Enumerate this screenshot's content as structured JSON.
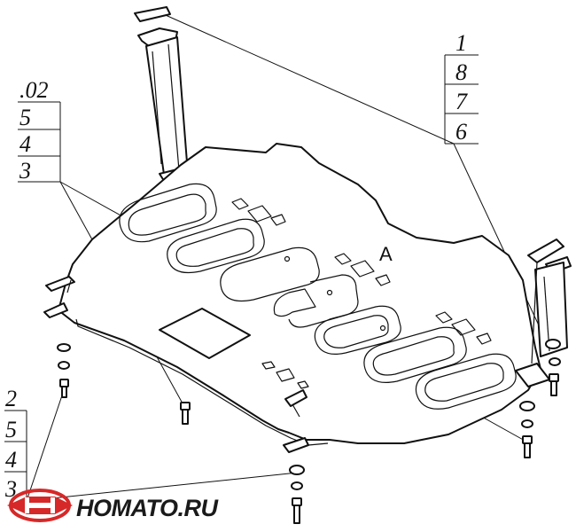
{
  "callouts": {
    "top_left": [
      ".02",
      "5",
      "4",
      "3"
    ],
    "top_right": [
      "1",
      "8",
      "7",
      "6"
    ],
    "bottom_left": [
      "2",
      "5",
      "4",
      "3"
    ]
  },
  "plate_letter": "A",
  "watermark": {
    "text": "HOMATO.RU",
    "colors": {
      "red": "#d62828",
      "dark": "#1a1a1a"
    }
  },
  "icons": [
    "car-logo-icon"
  ]
}
